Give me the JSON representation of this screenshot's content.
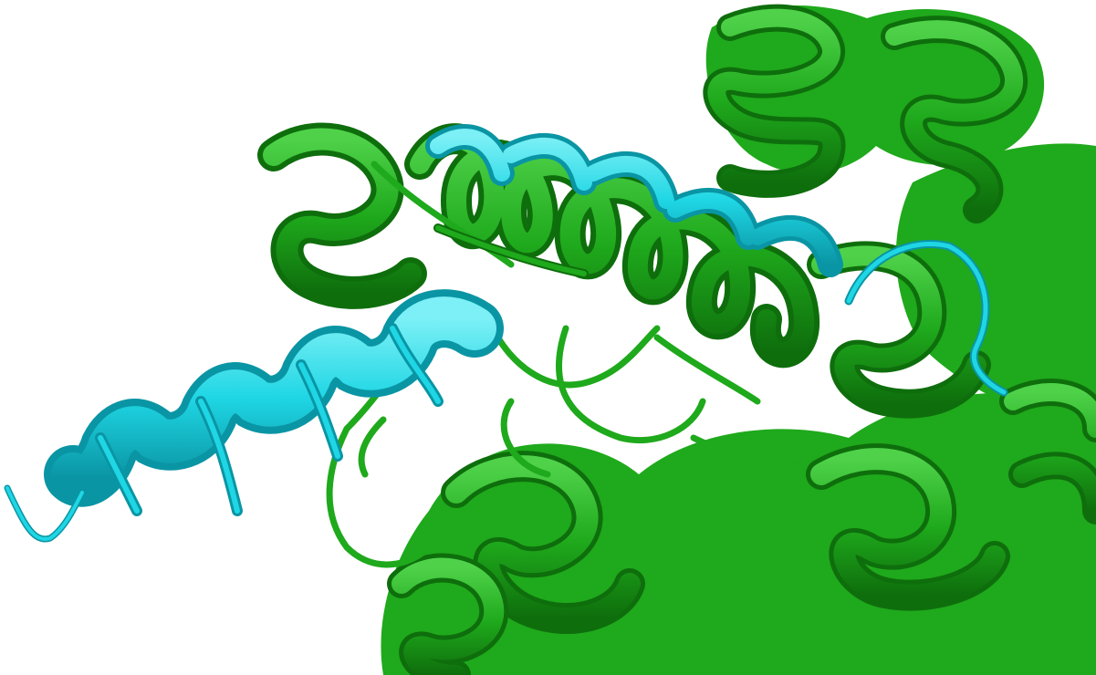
{
  "scene": {
    "subject": "protein-ribbon-structure",
    "background_color": "#ffffff",
    "chains": [
      {
        "id": "main-chain",
        "color": "#1fa91c",
        "shade": "#0e6e0c",
        "highlight": "#4fd24a"
      },
      {
        "id": "peptide-chain",
        "color": "#1fd6e4",
        "shade": "#0a95a4",
        "highlight": "#7cf0f6"
      }
    ]
  }
}
